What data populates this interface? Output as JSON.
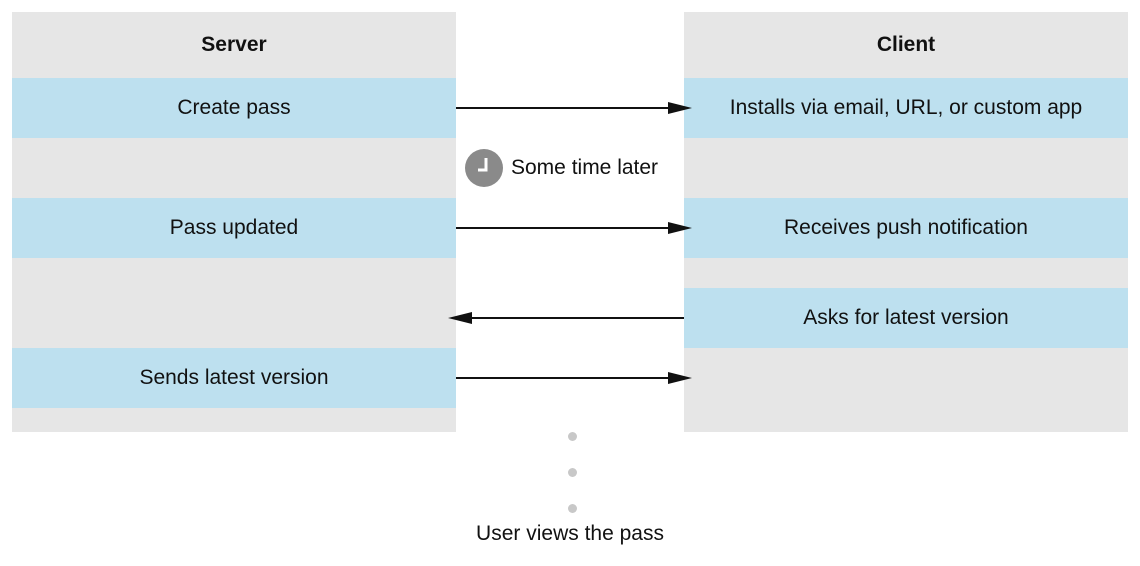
{
  "server": {
    "title": "Server",
    "steps": [
      "Create pass",
      "Pass updated",
      "Sends latest version"
    ]
  },
  "client": {
    "title": "Client",
    "steps": [
      "Installs via email, URL, or custom app",
      "Receives push notification",
      "Asks for latest version"
    ]
  },
  "delay_note": "Some time later",
  "footer": "User views the pass",
  "colors": {
    "column_background": "#e6e6e6",
    "step_band": "#bde0ef",
    "arrow": "#111111",
    "clock": "#8a8a8a",
    "continuation_dots": "#c8c8c8"
  },
  "icons": {
    "delay": "clock-icon",
    "arrow_right": "arrow-right-icon",
    "arrow_left": "arrow-left-icon"
  }
}
